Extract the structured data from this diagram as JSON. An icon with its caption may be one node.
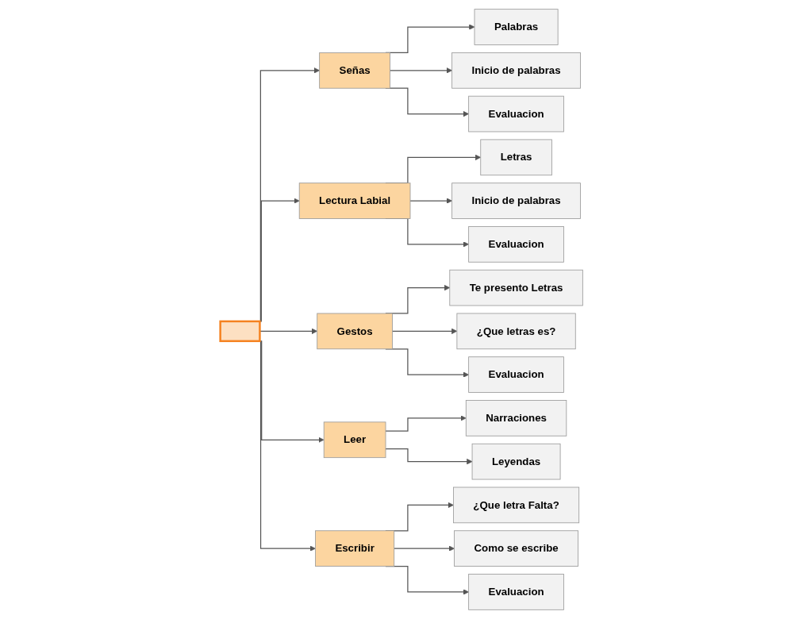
{
  "diagram": {
    "nodes": [
      {
        "text": [],
        "shape": "box"
      },
      {
        "text": [
          "Señas"
        ]
      },
      {
        "text": [
          "Lectura Labial"
        ]
      },
      {
        "text": [
          "Gestos"
        ]
      },
      {
        "text": [
          "Leer"
        ]
      },
      {
        "text": [
          "Escribir"
        ]
      },
      {
        "text": [
          "Palabras"
        ]
      },
      {
        "text": [
          "Inicio de palabras"
        ]
      },
      {
        "text": [
          "Evaluacion"
        ]
      },
      {
        "text": [
          "Letras"
        ]
      },
      {
        "text": [
          "Inicio de palabras"
        ]
      },
      {
        "text": [
          "Evaluacion"
        ]
      },
      {
        "text": [
          "Te presento Letras"
        ]
      },
      {
        "text": [
          "¿Que letras es?"
        ]
      },
      {
        "text": [
          "Evaluacion"
        ]
      },
      {
        "text": [
          "Narraciones"
        ]
      },
      {
        "text": [
          "Leyendas"
        ]
      },
      {
        "text": [
          "¿Que letra Falta?"
        ]
      },
      {
        "text": [
          "Como se escribe"
        ]
      },
      {
        "text": [
          "Evaluacion"
        ]
      }
    ],
    "edges": [
      {
        "from": 0,
        "to": 1,
        "arrow": "to"
      },
      {
        "from": 0,
        "to": 2,
        "arrow": "to"
      },
      {
        "from": 0,
        "to": 3,
        "arrow": "to"
      },
      {
        "from": 0,
        "to": 4,
        "arrow": "to"
      },
      {
        "from": 0,
        "to": 5,
        "arrow": "to"
      },
      {
        "from": 1,
        "to": 6,
        "arrow": "to"
      },
      {
        "from": 1,
        "to": 7,
        "arrow": "to"
      },
      {
        "from": 1,
        "to": 8,
        "arrow": "to"
      },
      {
        "from": 2,
        "to": 9,
        "arrow": "to"
      },
      {
        "from": 2,
        "to": 10,
        "arrow": "to"
      },
      {
        "from": 2,
        "to": 11,
        "arrow": "to"
      },
      {
        "from": 3,
        "to": 12,
        "arrow": "to"
      },
      {
        "from": 3,
        "to": 13,
        "arrow": "to"
      },
      {
        "from": 3,
        "to": 14,
        "arrow": "to"
      },
      {
        "from": 4,
        "to": 15,
        "arrow": "to"
      },
      {
        "from": 4,
        "to": 16,
        "arrow": "to"
      },
      {
        "from": 5,
        "to": 17,
        "arrow": "to"
      },
      {
        "from": 5,
        "to": 18,
        "arrow": "to"
      },
      {
        "from": 5,
        "to": 19,
        "arrow": "to"
      }
    ]
  }
}
